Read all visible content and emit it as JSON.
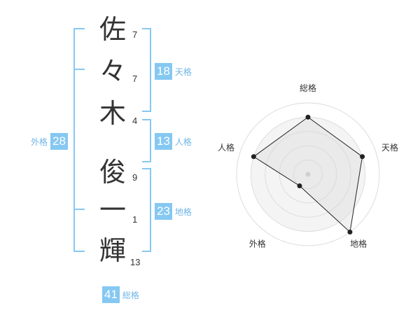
{
  "name": {
    "chars": [
      {
        "char": "佐",
        "strokes": "7"
      },
      {
        "char": "々",
        "strokes": "7"
      },
      {
        "char": "木",
        "strokes": "4"
      },
      {
        "char": "俊",
        "strokes": "9"
      },
      {
        "char": "一",
        "strokes": "1"
      },
      {
        "char": "輝",
        "strokes": "13"
      }
    ]
  },
  "fortune": {
    "tenkaku": {
      "value": "18",
      "label": "天格"
    },
    "jinkaku": {
      "value": "13",
      "label": "人格"
    },
    "chikaku": {
      "value": "23",
      "label": "地格"
    },
    "gaikaku": {
      "value": "28",
      "label": "外格"
    },
    "soukaku": {
      "value": "41",
      "label": "総格"
    }
  },
  "colors": {
    "accent": "#85c8f2",
    "label": "#6fb6e8",
    "text": "#333333"
  },
  "chart_data": {
    "type": "radar",
    "axes": [
      "総格",
      "天格",
      "地格",
      "外格",
      "人格"
    ],
    "values": [
      4,
      4,
      5,
      1,
      4
    ],
    "max": 5
  }
}
